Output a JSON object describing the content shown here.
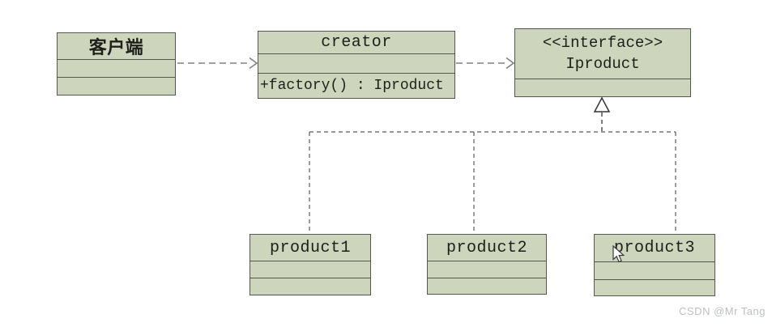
{
  "diagram": {
    "type": "uml-class-diagram",
    "pattern": "factory-method",
    "client": {
      "name": "客户端"
    },
    "creator": {
      "name": "creator",
      "attributes": "",
      "method": "+factory() : Iproduct"
    },
    "interface": {
      "stereotype": "<<interface>>",
      "name": "Iproduct"
    },
    "products": [
      {
        "name": "product1"
      },
      {
        "name": "product2"
      },
      {
        "name": "product3"
      }
    ],
    "relations": [
      {
        "from": "客户端",
        "to": "creator",
        "type": "dependency-dashed-arrow"
      },
      {
        "from": "creator",
        "to": "Iproduct",
        "type": "dependency-dashed-arrow"
      },
      {
        "from": "product1",
        "to": "Iproduct",
        "type": "realization"
      },
      {
        "from": "product2",
        "to": "Iproduct",
        "type": "realization"
      },
      {
        "from": "product3",
        "to": "Iproduct",
        "type": "realization"
      }
    ],
    "colors": {
      "box_fill": "#cdd5bd",
      "box_border": "#54574c",
      "connector": "#5a5a5a",
      "dependency_arrow": "#808080",
      "background": "#ffffff"
    }
  },
  "watermark": "CSDN @Mr Tang"
}
